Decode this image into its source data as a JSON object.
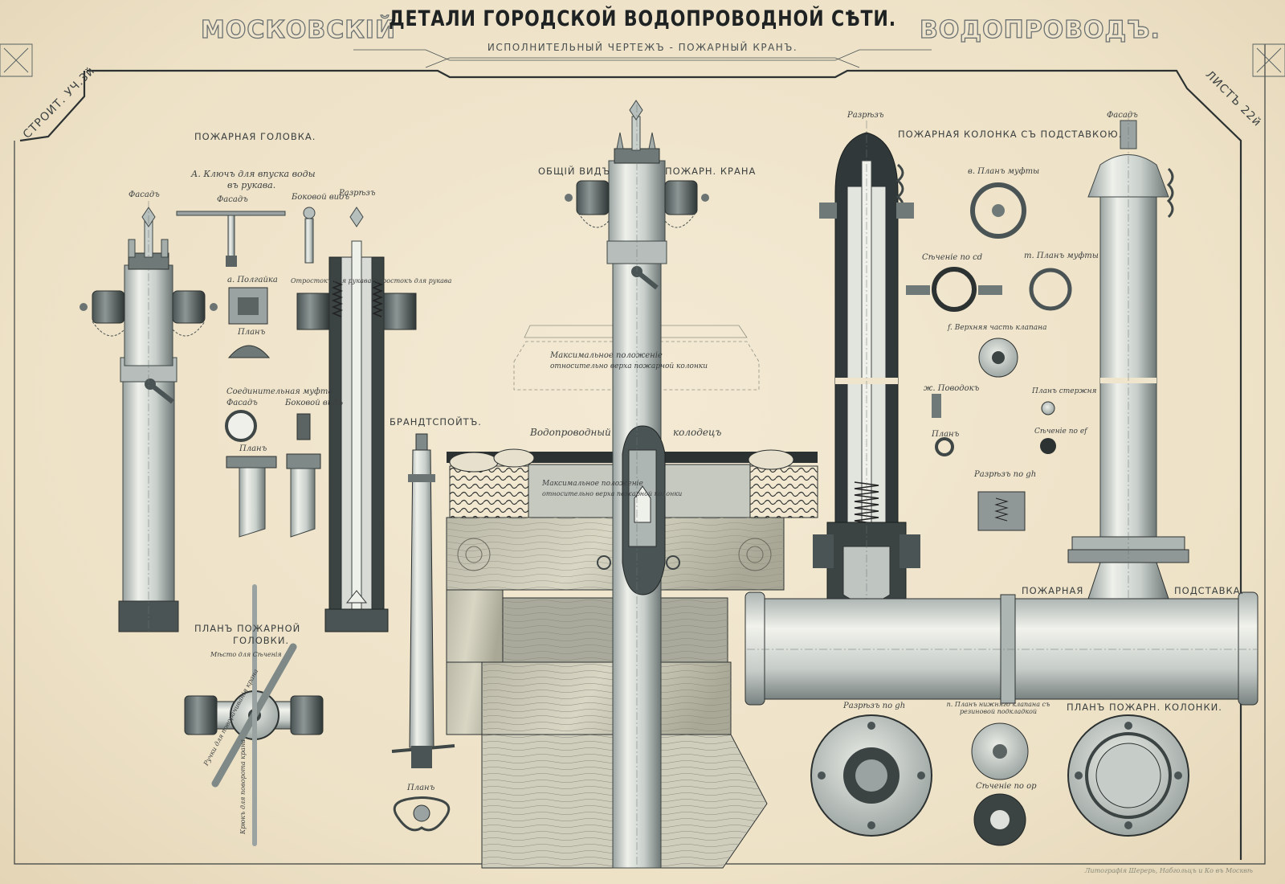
{
  "header": {
    "title": "ДЕТАЛИ ГОРОДСКОЙ ВОДОПРОВОДНОЙ СѢТИ.",
    "left_title": "МОСКОВСКІЙ",
    "right_title": "ВОДОПРОВОДЪ.",
    "subtitle": "ИСПОЛНИТЕЛЬНЫЙ ЧЕРТЕЖЪ - ПОЖАРНЫЙ КРАНЪ."
  },
  "corners": {
    "left": "СТРОИТ. УЧ.3й",
    "right": "ЛИСТЪ 22й"
  },
  "sections": {
    "fire_head": "ПОЖАРНАЯ ГОЛОВКА.",
    "general_view": "ОБЩІЙ ВИДЪ",
    "fire_tap": "ПОЖАРН. КРАНА",
    "fire_column": "ПОЖАРНАЯ КОЛОНКА СЪ ПОДСТАВКОЮ.",
    "nozzle": "БРАНДТСПОЙТЪ.",
    "head_plan_1": "ПЛАНЪ ПОЖАРНОЙ",
    "head_plan_2": "ГОЛОВКИ.",
    "stand_1": "ПОЖАРНАЯ",
    "stand_2": "ПОДСТАВКА.",
    "column_plan": "ПЛАНЪ ПОЖАРН. КОЛОНКИ."
  },
  "notes": {
    "key_line1": "А. Ключъ для впуска воды",
    "key_line2": "въ рукава.",
    "facade": "Фасадъ",
    "facade_small": "Фасадъ",
    "side_view": "Боковой видъ",
    "section": "Разрѣзъ",
    "nut": "а. Полгайка",
    "plan": "Планъ",
    "outlet1": "Отростокъ для рукава",
    "outlet2": "Отростокъ для рукава",
    "coupling": "Соединительная муфта",
    "coupling_facade": "Фасадъ",
    "coupling_side": "Боковой видъ",
    "coupling_plan": "Планъ",
    "max_pos1": "Максимальное положеніе",
    "max_pos2": "относительно верха пожарной колонки",
    "well_1": "Водопроводный",
    "well_2": "колодецъ",
    "col_section": "Разрѣзъ",
    "col_facade": "Фасадъ",
    "plan_b": "в. Планъ муфты",
    "section_cd": "Сѣченіе по cd",
    "plan_m": "т. Планъ муфты",
    "upper_valve": "f. Верхняя часть клапана",
    "driver": "ж. Поводокъ",
    "driver_plan": "Планъ",
    "plan_star": "Планъ стержня",
    "section_ef": "Сѣченіе по ef",
    "section_gh": "Разрѣзъ по gh",
    "section_gh2": "Разрѣзъ по gh",
    "valve_plan": "п. Планъ нижняго клапана съ резиновой подкладкой",
    "section_op": "Сѣченіе по op",
    "nozzle_plan": "Планъ",
    "plan_cross1": "Мѣсто для Сѣченія",
    "plan_cross2": "Ручки для поворачиванія крана",
    "plan_cross3": "Крюкъ для поворота крана"
  },
  "imprint": "Литографія Шерерь, Набгольцъ и Ко въ Москвѣ"
}
